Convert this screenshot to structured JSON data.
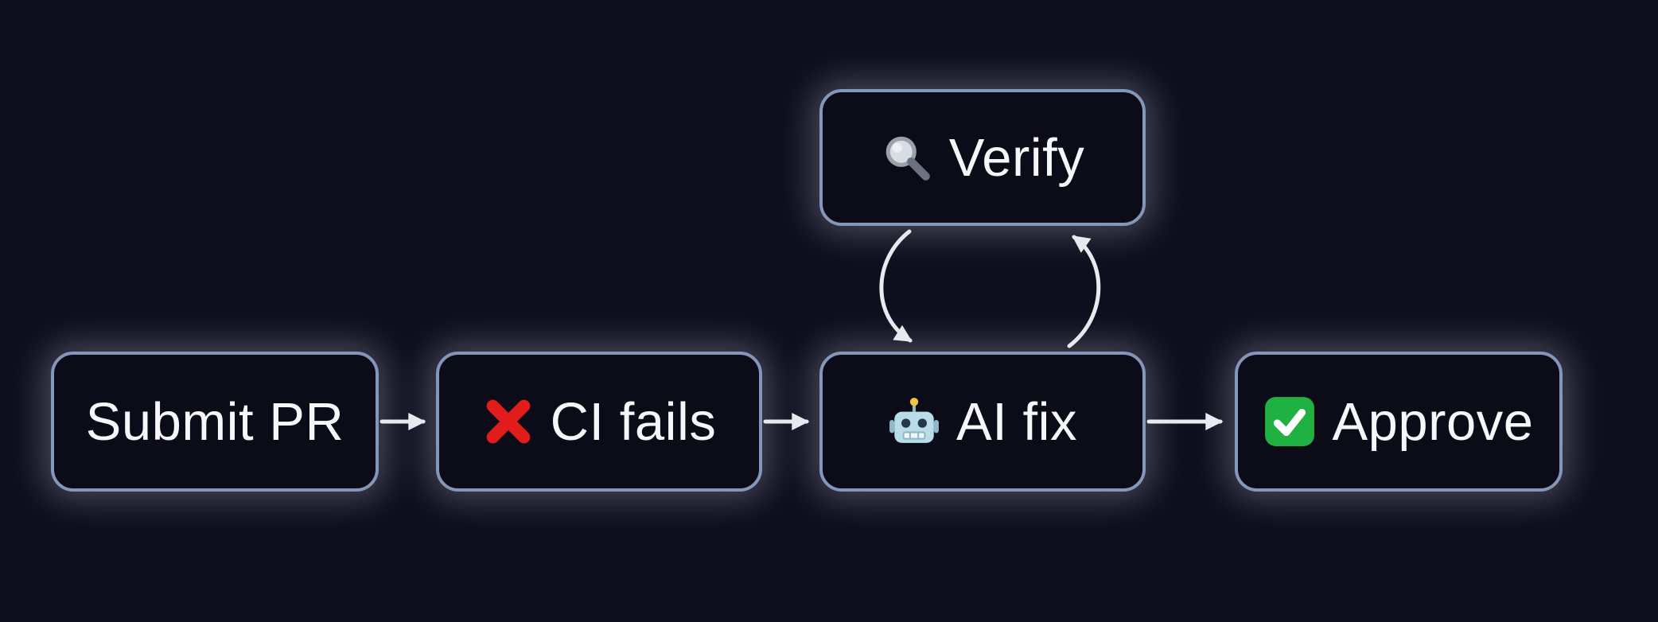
{
  "diagram": {
    "type": "flowchart",
    "direction": "left-to-right",
    "nodes": [
      {
        "id": "submit-pr",
        "label": "Submit PR",
        "icon": null
      },
      {
        "id": "ci-fails",
        "label": "CI fails",
        "icon": "red-x-icon"
      },
      {
        "id": "ai-fix",
        "label": "AI fix",
        "icon": "robot-icon"
      },
      {
        "id": "approve",
        "label": "Approve",
        "icon": "green-check-icon"
      },
      {
        "id": "verify",
        "label": "Verify",
        "icon": "magnifying-glass-icon"
      }
    ],
    "edges": [
      {
        "from": "submit-pr",
        "to": "ci-fails",
        "style": "straight"
      },
      {
        "from": "ci-fails",
        "to": "ai-fix",
        "style": "straight"
      },
      {
        "from": "ai-fix",
        "to": "approve",
        "style": "straight"
      },
      {
        "from": "verify",
        "to": "ai-fix",
        "style": "curved-left"
      },
      {
        "from": "ai-fix",
        "to": "verify",
        "style": "curved-right"
      }
    ],
    "colors": {
      "background": "#0e0f1e",
      "node_fill": "#0b0c18",
      "node_border": "#8397ba",
      "node_glow": "rgba(235,241,255,0.26)",
      "text": "#f6f7f9",
      "arrow": "#e9e9ee",
      "x_icon_red": "#e21b1b",
      "check_icon_green": "#1fb141",
      "robot_icon_blue": "#b8dce8",
      "magnifier_gray": "#d8dde3"
    }
  }
}
